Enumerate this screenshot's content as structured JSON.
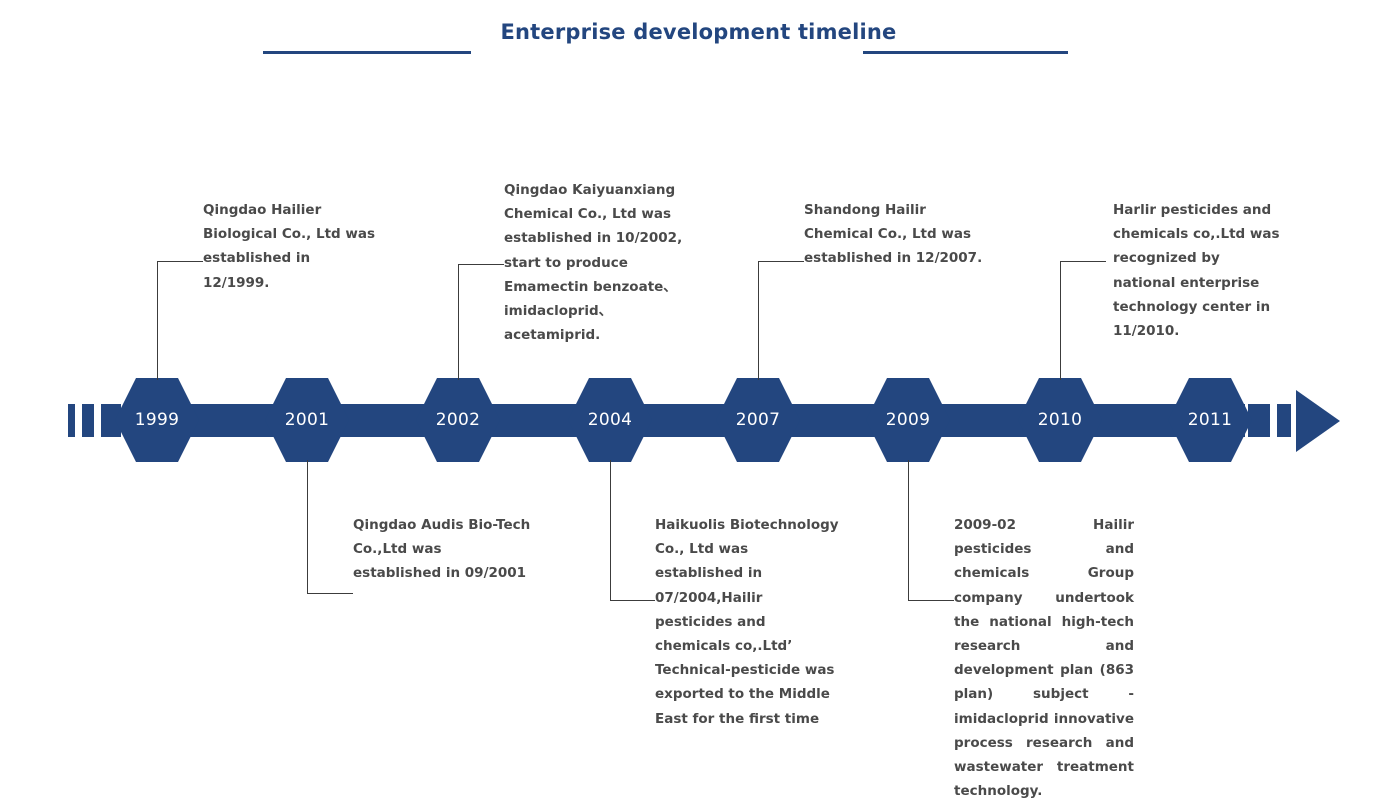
{
  "header": {
    "title": "Enterprise development timeline",
    "accent_color": "#23467f",
    "rule_left": "",
    "rule_right": ""
  },
  "theme": {
    "node_fill": "#23467f",
    "axis_color": "#23467f",
    "node_label_color": "#ffffff",
    "note_text_color": "#4a4a4a",
    "leader_color": "#3c3c3c",
    "background": "#ffffff"
  },
  "timeline": {
    "axis_start_icon": "dashed-tail",
    "axis_end_icon": "arrow-right-icon",
    "nodes": [
      {
        "year": "1999",
        "note_position": "above"
      },
      {
        "year": "2001",
        "note_position": "below"
      },
      {
        "year": "2002",
        "note_position": "above"
      },
      {
        "year": "2004",
        "note_position": "below"
      },
      {
        "year": "2007",
        "note_position": "above"
      },
      {
        "year": "2009",
        "note_position": "below"
      },
      {
        "year": "2010",
        "note_position": "above"
      },
      {
        "year": "2011",
        "note_position": "none"
      }
    ],
    "notes": [
      {
        "year": "1999",
        "position": "above",
        "text": "Qingdao Hailier Biological Co., Ltd was established in 12/1999."
      },
      {
        "year": "2001",
        "position": "below",
        "text": "Qingdao Audis Bio-Tech Co.,Ltd was established in 09/2001"
      },
      {
        "year": "2002",
        "position": "above",
        "text": "Qingdao Kaiyuanxiang Chemical Co., Ltd was established in 10/2002, start to produce Emamectin benzoate、imidacloprid、acetamiprid."
      },
      {
        "year": "2004",
        "position": "below",
        "text": "Haikuolis Biotechnology Co., Ltd was established in 07/2004,Hailir pesticides and chemicals co,.Ltd’ Technical-pesticide was exported to the Middle East for the first time"
      },
      {
        "year": "2007",
        "position": "above",
        "text": "Shandong Hailir Chemical Co., Ltd was established in 12/2007."
      },
      {
        "year": "2009",
        "position": "below",
        "text": "2009-02 Hailir pesticides and chemicals Group company undertook the national high-tech research and development plan (863 plan) subject - imidacloprid innovative process research and wastewater treatment technology."
      },
      {
        "year": "2010",
        "position": "above",
        "text": "Harlir pesticides and chemicals co,.Ltd was recognized by national enterprise technology center in 11/2010."
      }
    ]
  }
}
